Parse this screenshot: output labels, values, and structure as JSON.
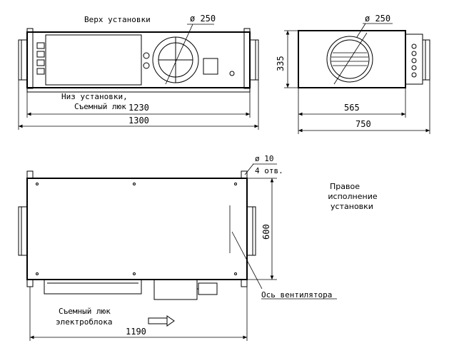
{
  "front_view": {
    "top_label": "Верх установки",
    "bottom_label_line1": "Низ установки,",
    "bottom_label_line2": "Съемный люк",
    "diameter": "ø 250",
    "dim_inner": "1230",
    "dim_outer": "1300"
  },
  "side_view": {
    "diameter": "ø 250",
    "dim_height": "335",
    "dim_body": "565",
    "dim_total": "750"
  },
  "plan_view": {
    "hole_diameter": "ø 10",
    "hole_count": "4 отв.",
    "dim_height": "600",
    "fan_axis": "Ось вентилятора",
    "hatch_line1": "Съемный люк",
    "hatch_line2": "электроблока",
    "dim_width": "1190"
  },
  "note": {
    "line1": "Правое",
    "line2": "исполнение",
    "line3": "установки"
  }
}
